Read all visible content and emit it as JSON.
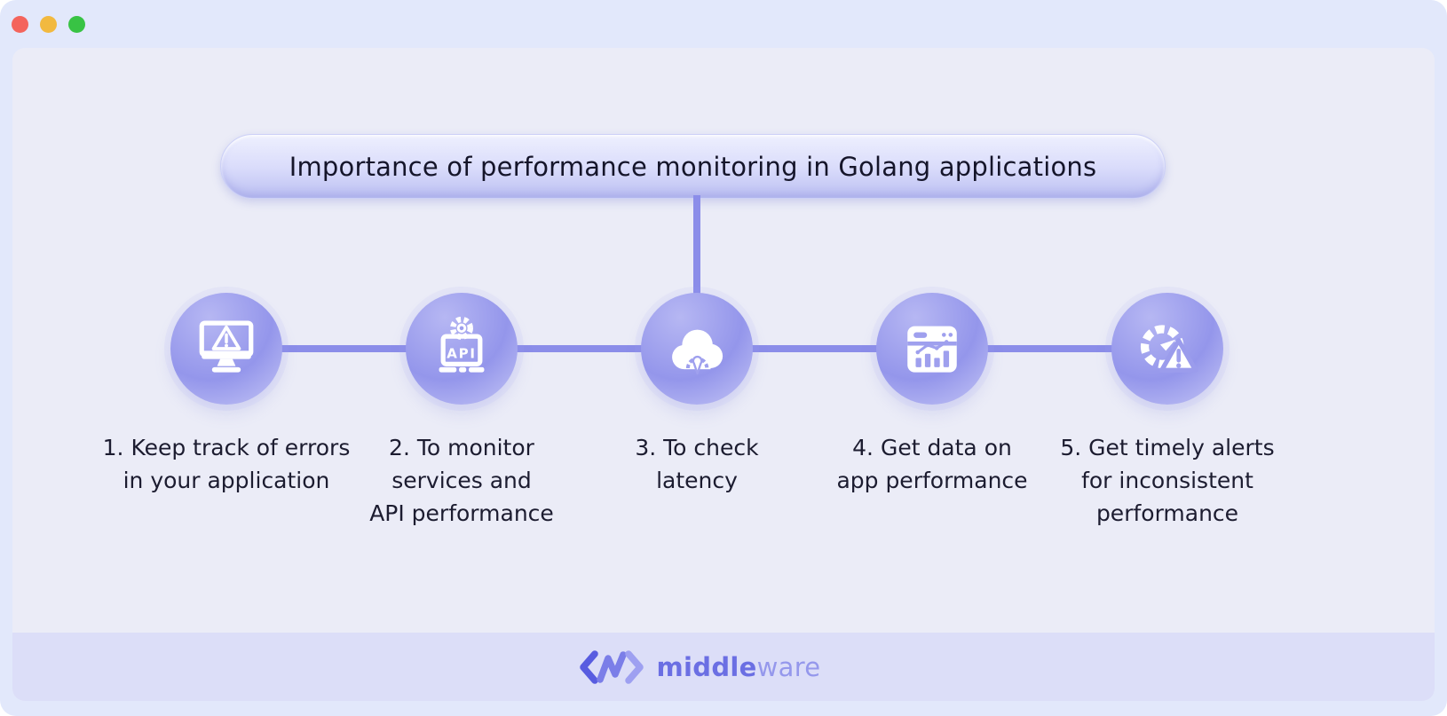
{
  "window": {
    "controls": [
      {
        "name": "close",
        "color": "#f4645c"
      },
      {
        "name": "minimize",
        "color": "#f2b93f"
      },
      {
        "name": "maximize",
        "color": "#38c344"
      }
    ]
  },
  "banner": {
    "title": "Importance of performance monitoring in Golang applications"
  },
  "steps": [
    {
      "icon": "monitor-error-icon",
      "label": "1. Keep track of errors\nin your application"
    },
    {
      "icon": "api-performance-icon",
      "icon_text": "API",
      "label": "2. To monitor\nservices and\nAPI performance"
    },
    {
      "icon": "cloud-latency-icon",
      "label": "3. To check\nlatency"
    },
    {
      "icon": "app-analytics-icon",
      "label": "4. Get data on\napp performance"
    },
    {
      "icon": "gauge-alert-icon",
      "label": "5. Get timely alerts\nfor inconsistent\nperformance"
    }
  ],
  "footer": {
    "brand": {
      "bold": "middle",
      "light": "ware"
    }
  },
  "colors": {
    "outer_background": "#e2e8fb",
    "canvas_background": "#ebecf7",
    "footer_band": "#dcdef8",
    "connector": "#8b8de9",
    "node_purple": "#9496eb",
    "banner_fill": "#d9dbfb",
    "title_text": "#15152a",
    "label_text": "#1c1c30",
    "brand_purple_bold": "#6b6fe3",
    "brand_purple_light": "#9598ec"
  }
}
